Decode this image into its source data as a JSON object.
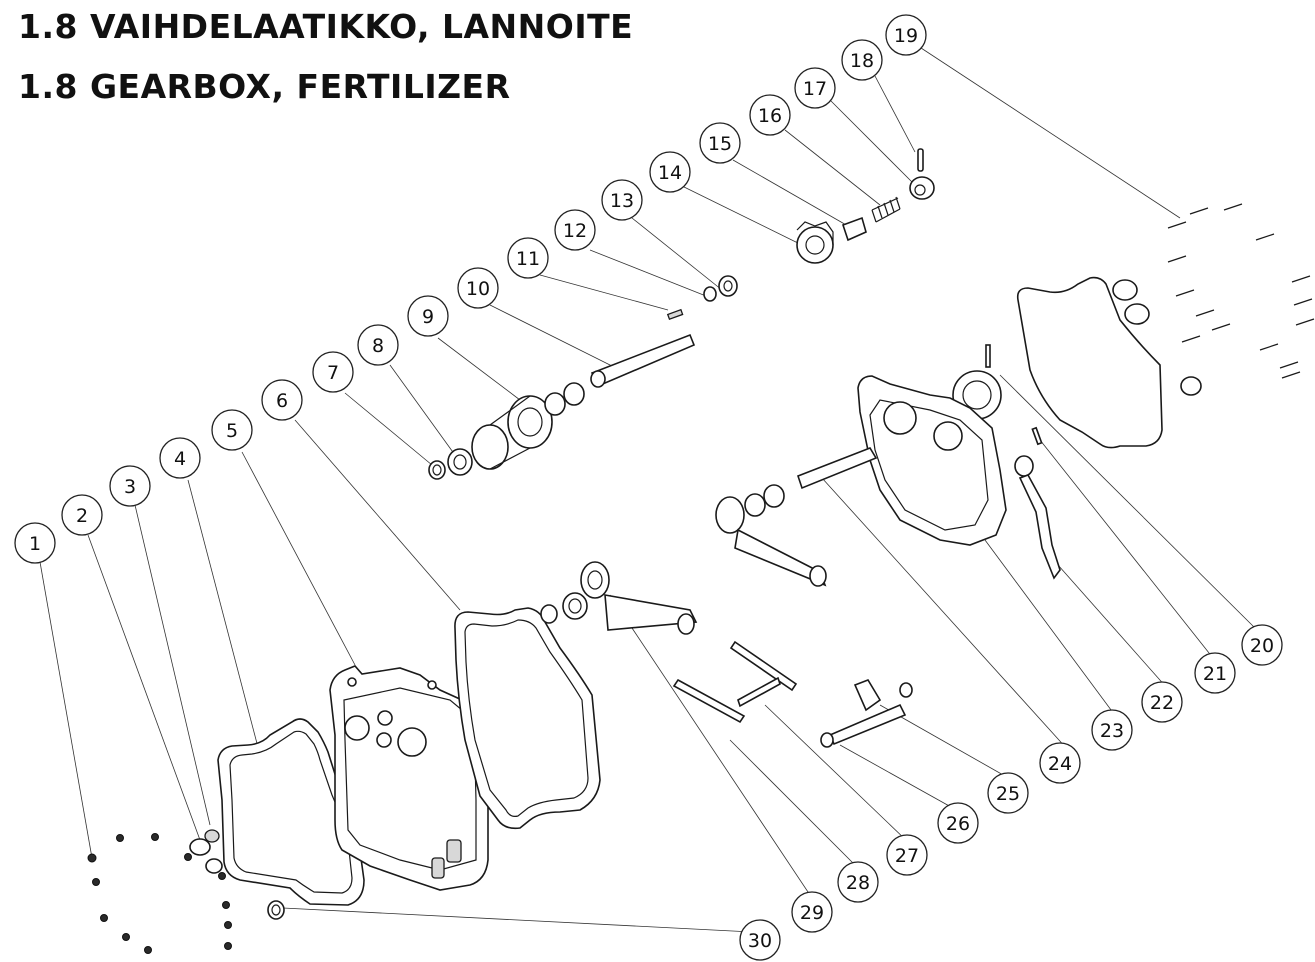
{
  "header": {
    "title_fi": "1.8 VAIHDELAATIKKO, LANNOITE",
    "title_en": "1.8 GEARBOX, FERTILIZER"
  },
  "callouts": [
    "1",
    "2",
    "3",
    "4",
    "5",
    "6",
    "7",
    "8",
    "9",
    "10",
    "11",
    "12",
    "13",
    "14",
    "15",
    "16",
    "17",
    "18",
    "19",
    "20",
    "21",
    "22",
    "23",
    "24",
    "25",
    "26",
    "27",
    "28",
    "29",
    "30"
  ],
  "colors": {
    "line": "#1a1a1a",
    "background": "#ffffff"
  }
}
